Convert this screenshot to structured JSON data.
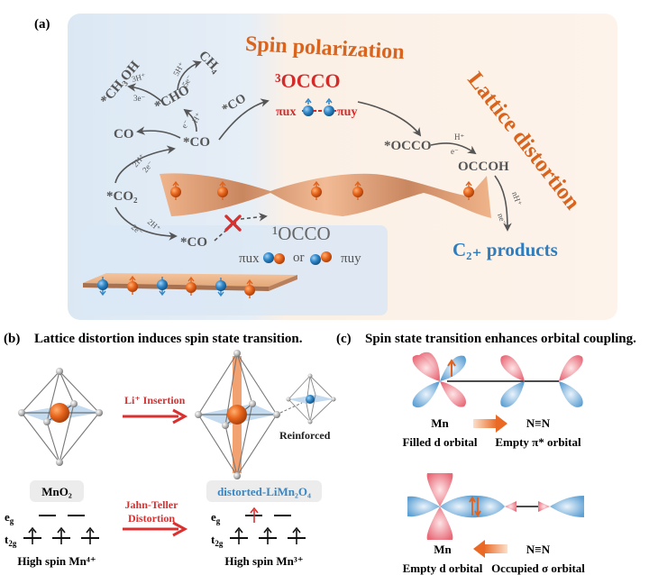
{
  "panel_a": {
    "label": "(a)",
    "titles": {
      "spin_polarization": "Spin polarization",
      "lattice_distortion": "Lattice distortion"
    },
    "species": {
      "ch3oh": "*CH₃OH",
      "ch4": "CH₄",
      "cho": "*CHO",
      "co_gas": "CO",
      "co_upper": "*CO",
      "co2": "*CO₂",
      "co_lower": "*CO",
      "co_mid": "*CO",
      "triplet_occo": "³OCCO",
      "singlet_occo": "¹OCCO",
      "occo_ads": "*OCCO",
      "occoh": "OCCOH",
      "c2_products": "C₂₊ products"
    },
    "step_labels": {
      "to_ch3oh_h": "3H⁺",
      "to_ch3oh_e": "3e⁻",
      "to_ch4_h": "5H⁺",
      "to_ch4_e": "5e⁻",
      "to_cho_h": "H⁺",
      "to_cho_e": "e⁻",
      "co2_up_h": "2H⁺",
      "co2_up_e": "2e⁻",
      "co2_down_h": "2H⁺",
      "co2_down_e": "2e⁻",
      "occo_h": "H⁺",
      "occo_e": "e⁻",
      "occoh_h": "nH⁺",
      "occoh_e": "ne⁻"
    },
    "orbitals": {
      "pi_ux": "πux",
      "pi_uy": "πuy",
      "or": "or"
    },
    "colors": {
      "blue_bg": "#dde9f5",
      "peach_bg": "#fcefe4",
      "orange_title": "#d8641e",
      "red_label": "#d42a2a",
      "blue_label": "#2e7dbf",
      "gray_text": "#555555",
      "ribbon": "#e9a57a",
      "orange_atom": "#e0621c",
      "blue_atom": "#2f86c8"
    }
  },
  "panel_b": {
    "label": "(b)",
    "title": "Lattice distortion induces spin state transition.",
    "li_insertion": "Li⁺ Insertion",
    "reinforced": "Reinforced",
    "mno2": "MnO₂",
    "distorted": "distorted-LiMn₂O₄",
    "jahn_teller_line1": "Jahn-Teller",
    "jahn_teller_line2": "Distortion",
    "eg": "e",
    "eg_sub": "g",
    "t2g": "t",
    "t2g_sub": "2g",
    "left_caption": "High spin Mn⁴⁺",
    "right_caption": "High spin Mn³⁺"
  },
  "panel_c": {
    "label": "(c)",
    "title": "Spin state transition enhances orbital coupling.",
    "top": {
      "mn": "Mn",
      "n2": "N≡N",
      "left_caption": "Filled d orbital",
      "right_caption": "Empty π* orbital"
    },
    "bottom": {
      "mn": "Mn",
      "n2": "N≡N",
      "left_caption": "Empty d orbital",
      "right_caption": "Occupied σ orbital"
    }
  }
}
